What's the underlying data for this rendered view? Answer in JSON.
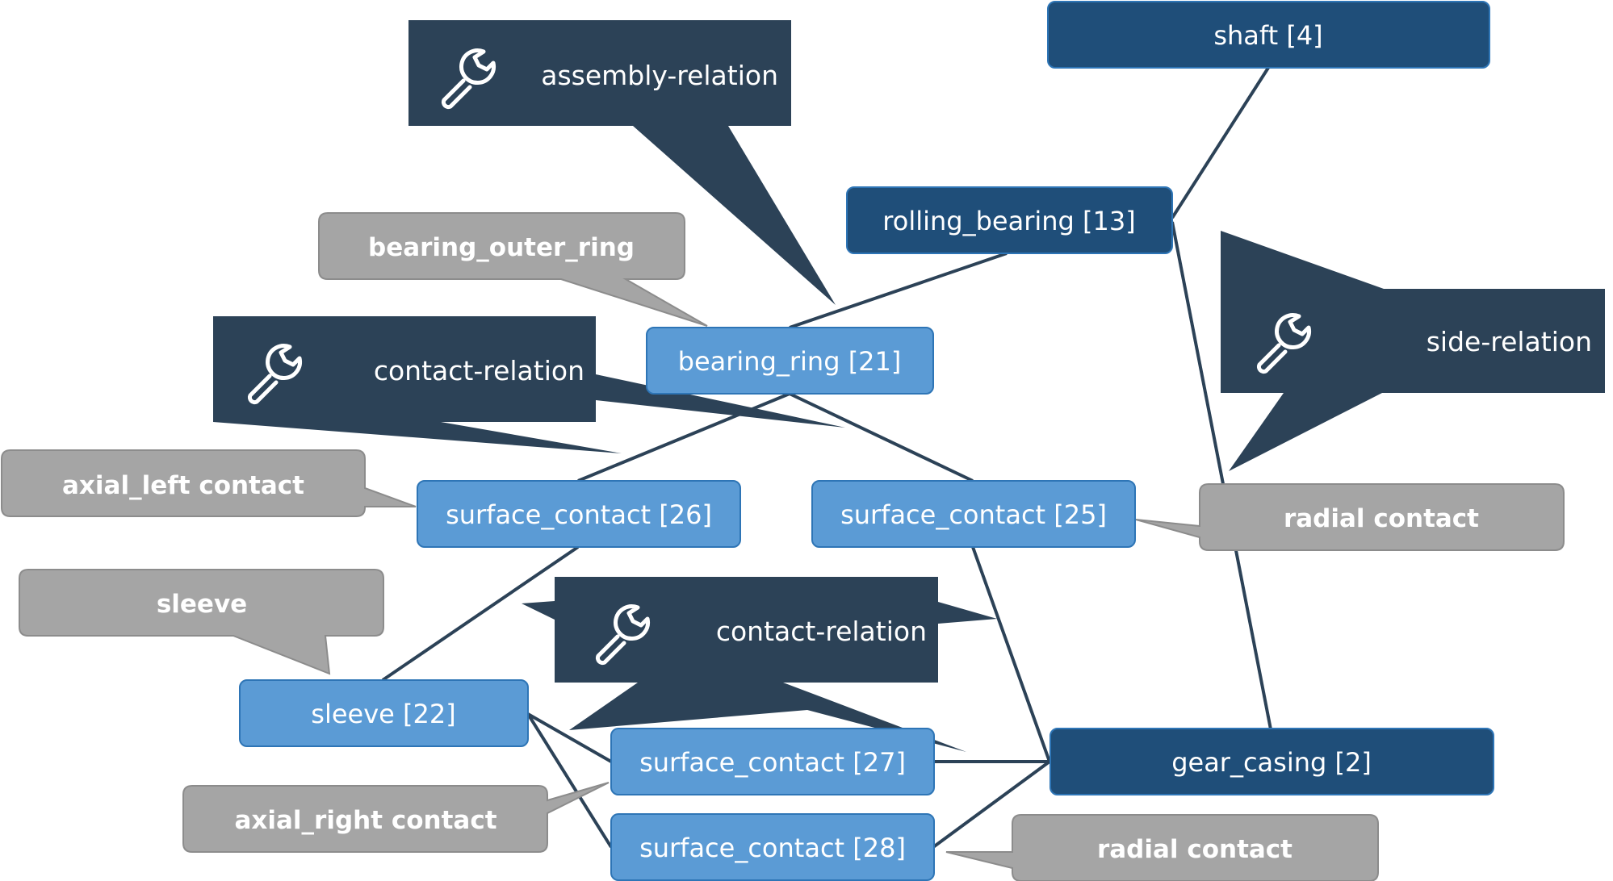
{
  "colors": {
    "dark_node": "#1f4e79",
    "light_node": "#5b9bd5",
    "callout_dark": "#2c4257",
    "callout_gray": "#a5a5a5",
    "edge": "#2c4257",
    "text": "#ffffff"
  },
  "nodes": {
    "shaft": "shaft [4]",
    "rolling_bearing": "rolling_bearing [13]",
    "bearing_ring": "bearing_ring [21]",
    "surface_contact_26": "surface_contact [26]",
    "surface_contact_25": "surface_contact [25]",
    "sleeve": "sleeve [22]",
    "surface_contact_27": "surface_contact [27]",
    "surface_contact_28": "surface_contact [28]",
    "gear_casing": "gear_casing [2]"
  },
  "annotations": {
    "bearing_outer_ring": "bearing_outer_ring",
    "axial_left_contact": "axial_left contact",
    "sleeve": "sleeve",
    "axial_right_contact": "axial_right contact",
    "radial_contact_top": "radial contact",
    "radial_contact_bottom": "radial contact"
  },
  "relations": {
    "assembly": {
      "label": "assembly-relation",
      "icon": "wrench-icon"
    },
    "contact_upper": {
      "label": "contact-relation",
      "icon": "wrench-icon"
    },
    "side": {
      "label": "side-relation",
      "icon": "wrench-icon"
    },
    "contact_lower": {
      "label": "contact-relation",
      "icon": "wrench-icon"
    }
  }
}
